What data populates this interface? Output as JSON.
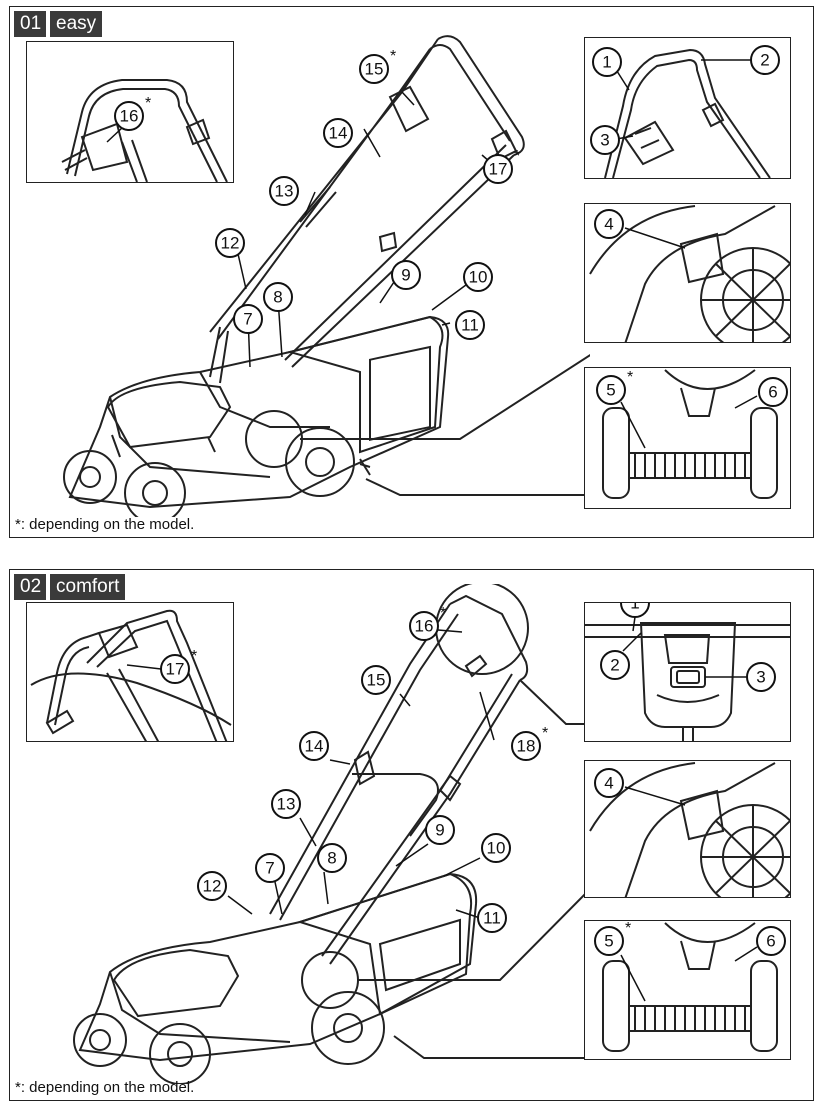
{
  "panels": [
    {
      "number": "01",
      "name": "easy",
      "footnote": "*: depending on the model."
    },
    {
      "number": "02",
      "name": "comfort",
      "footnote": "*: depending on the model."
    }
  ],
  "star": "*",
  "labels": {
    "n1": "1",
    "n2": "2",
    "n3": "3",
    "n4": "4",
    "n5": "5",
    "n6": "6",
    "n7": "7",
    "n8": "8",
    "n9": "9",
    "n10": "10",
    "n11": "11",
    "n12": "12",
    "n13": "13",
    "n14": "14",
    "n15": "15",
    "n16": "16",
    "n17": "17",
    "n18": "18"
  }
}
